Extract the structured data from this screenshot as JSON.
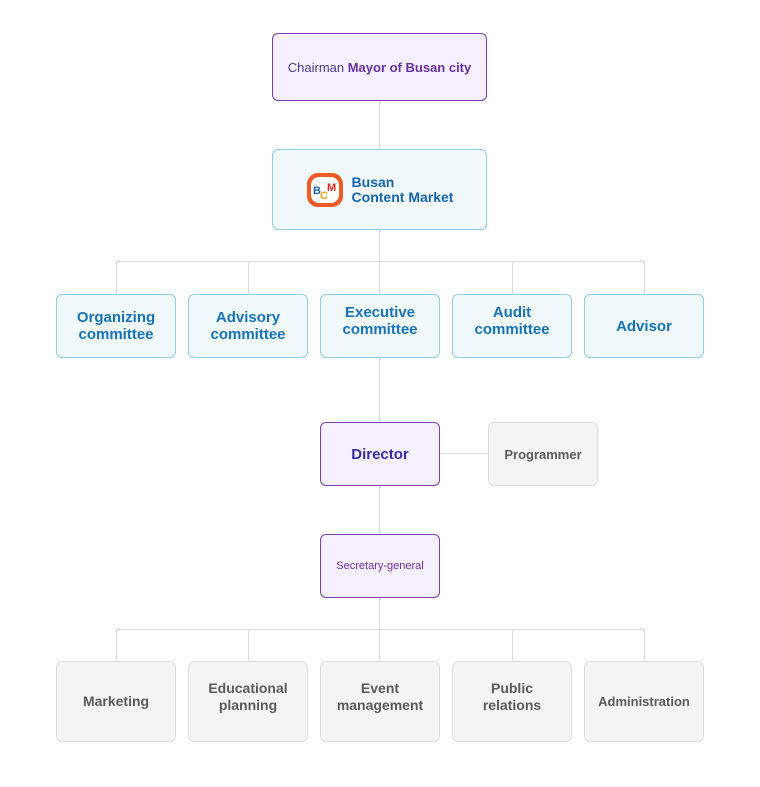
{
  "top": {
    "chairman_prefix": "Chairman ",
    "chairman_name": "Mayor of Busan city"
  },
  "logo": {
    "mark": "BCM",
    "text": "Busan\nContent Market"
  },
  "committees": [
    {
      "label": "Organizing\ncommittee"
    },
    {
      "label": "Advisory\ncommittee"
    },
    {
      "label": "Executive\ncommittee"
    },
    {
      "label": "Audit\ncommittee"
    },
    {
      "label": "Advisor"
    }
  ],
  "director": {
    "label": "Director"
  },
  "programmer": {
    "label": "Programmer"
  },
  "secretary": {
    "label": "Secretary-general"
  },
  "departments": [
    {
      "label": "Marketing"
    },
    {
      "label": "Educational\nplanning"
    },
    {
      "label": "Event\nmanagement"
    },
    {
      "label": "Public\nrelations"
    },
    {
      "label": "Administration"
    }
  ],
  "colors": {
    "purple_border": "#7b3fb3",
    "blue_text": "#1573b6",
    "gray_text": "#5a5a5a"
  }
}
